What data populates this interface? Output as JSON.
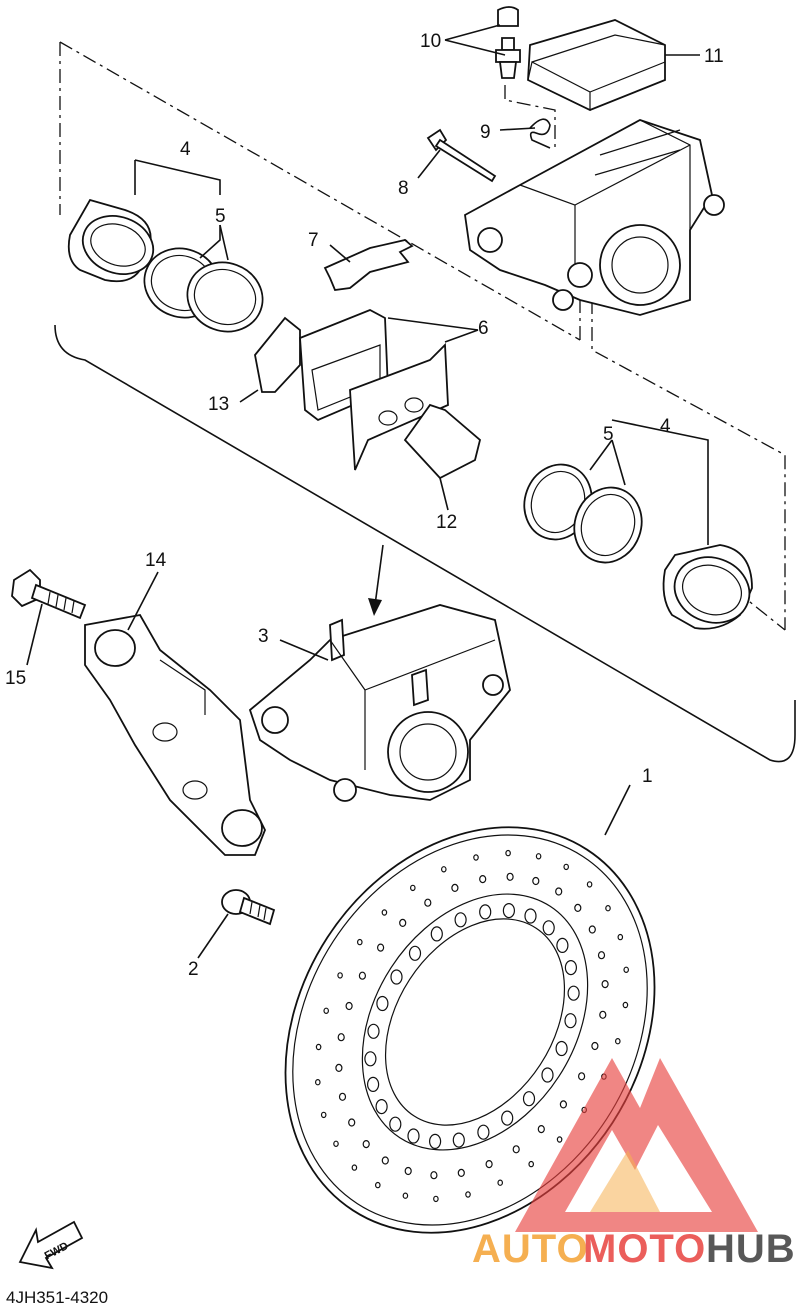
{
  "diagram": {
    "callouts": [
      {
        "id": "c1",
        "text": "1"
      },
      {
        "id": "c2",
        "text": "2"
      },
      {
        "id": "c3",
        "text": "3"
      },
      {
        "id": "c4a",
        "text": "4"
      },
      {
        "id": "c4b",
        "text": "4"
      },
      {
        "id": "c5a",
        "text": "5"
      },
      {
        "id": "c5b",
        "text": "5"
      },
      {
        "id": "c6",
        "text": "6"
      },
      {
        "id": "c7",
        "text": "7"
      },
      {
        "id": "c8",
        "text": "8"
      },
      {
        "id": "c9",
        "text": "9"
      },
      {
        "id": "c10",
        "text": "10"
      },
      {
        "id": "c11",
        "text": "11"
      },
      {
        "id": "c12",
        "text": "12"
      },
      {
        "id": "c13",
        "text": "13"
      },
      {
        "id": "c14",
        "text": "14"
      },
      {
        "id": "c15",
        "text": "15"
      }
    ],
    "fwd_label": "FWD",
    "drawing_code": "4JH351-4320"
  },
  "watermark": {
    "brand_part1": "AUTO",
    "brand_part2": "MOTO",
    "brand_part3": "HUB",
    "colors": {
      "orange": "#f4a233",
      "red": "#e8423f",
      "dark": "#3b3b3b"
    }
  }
}
